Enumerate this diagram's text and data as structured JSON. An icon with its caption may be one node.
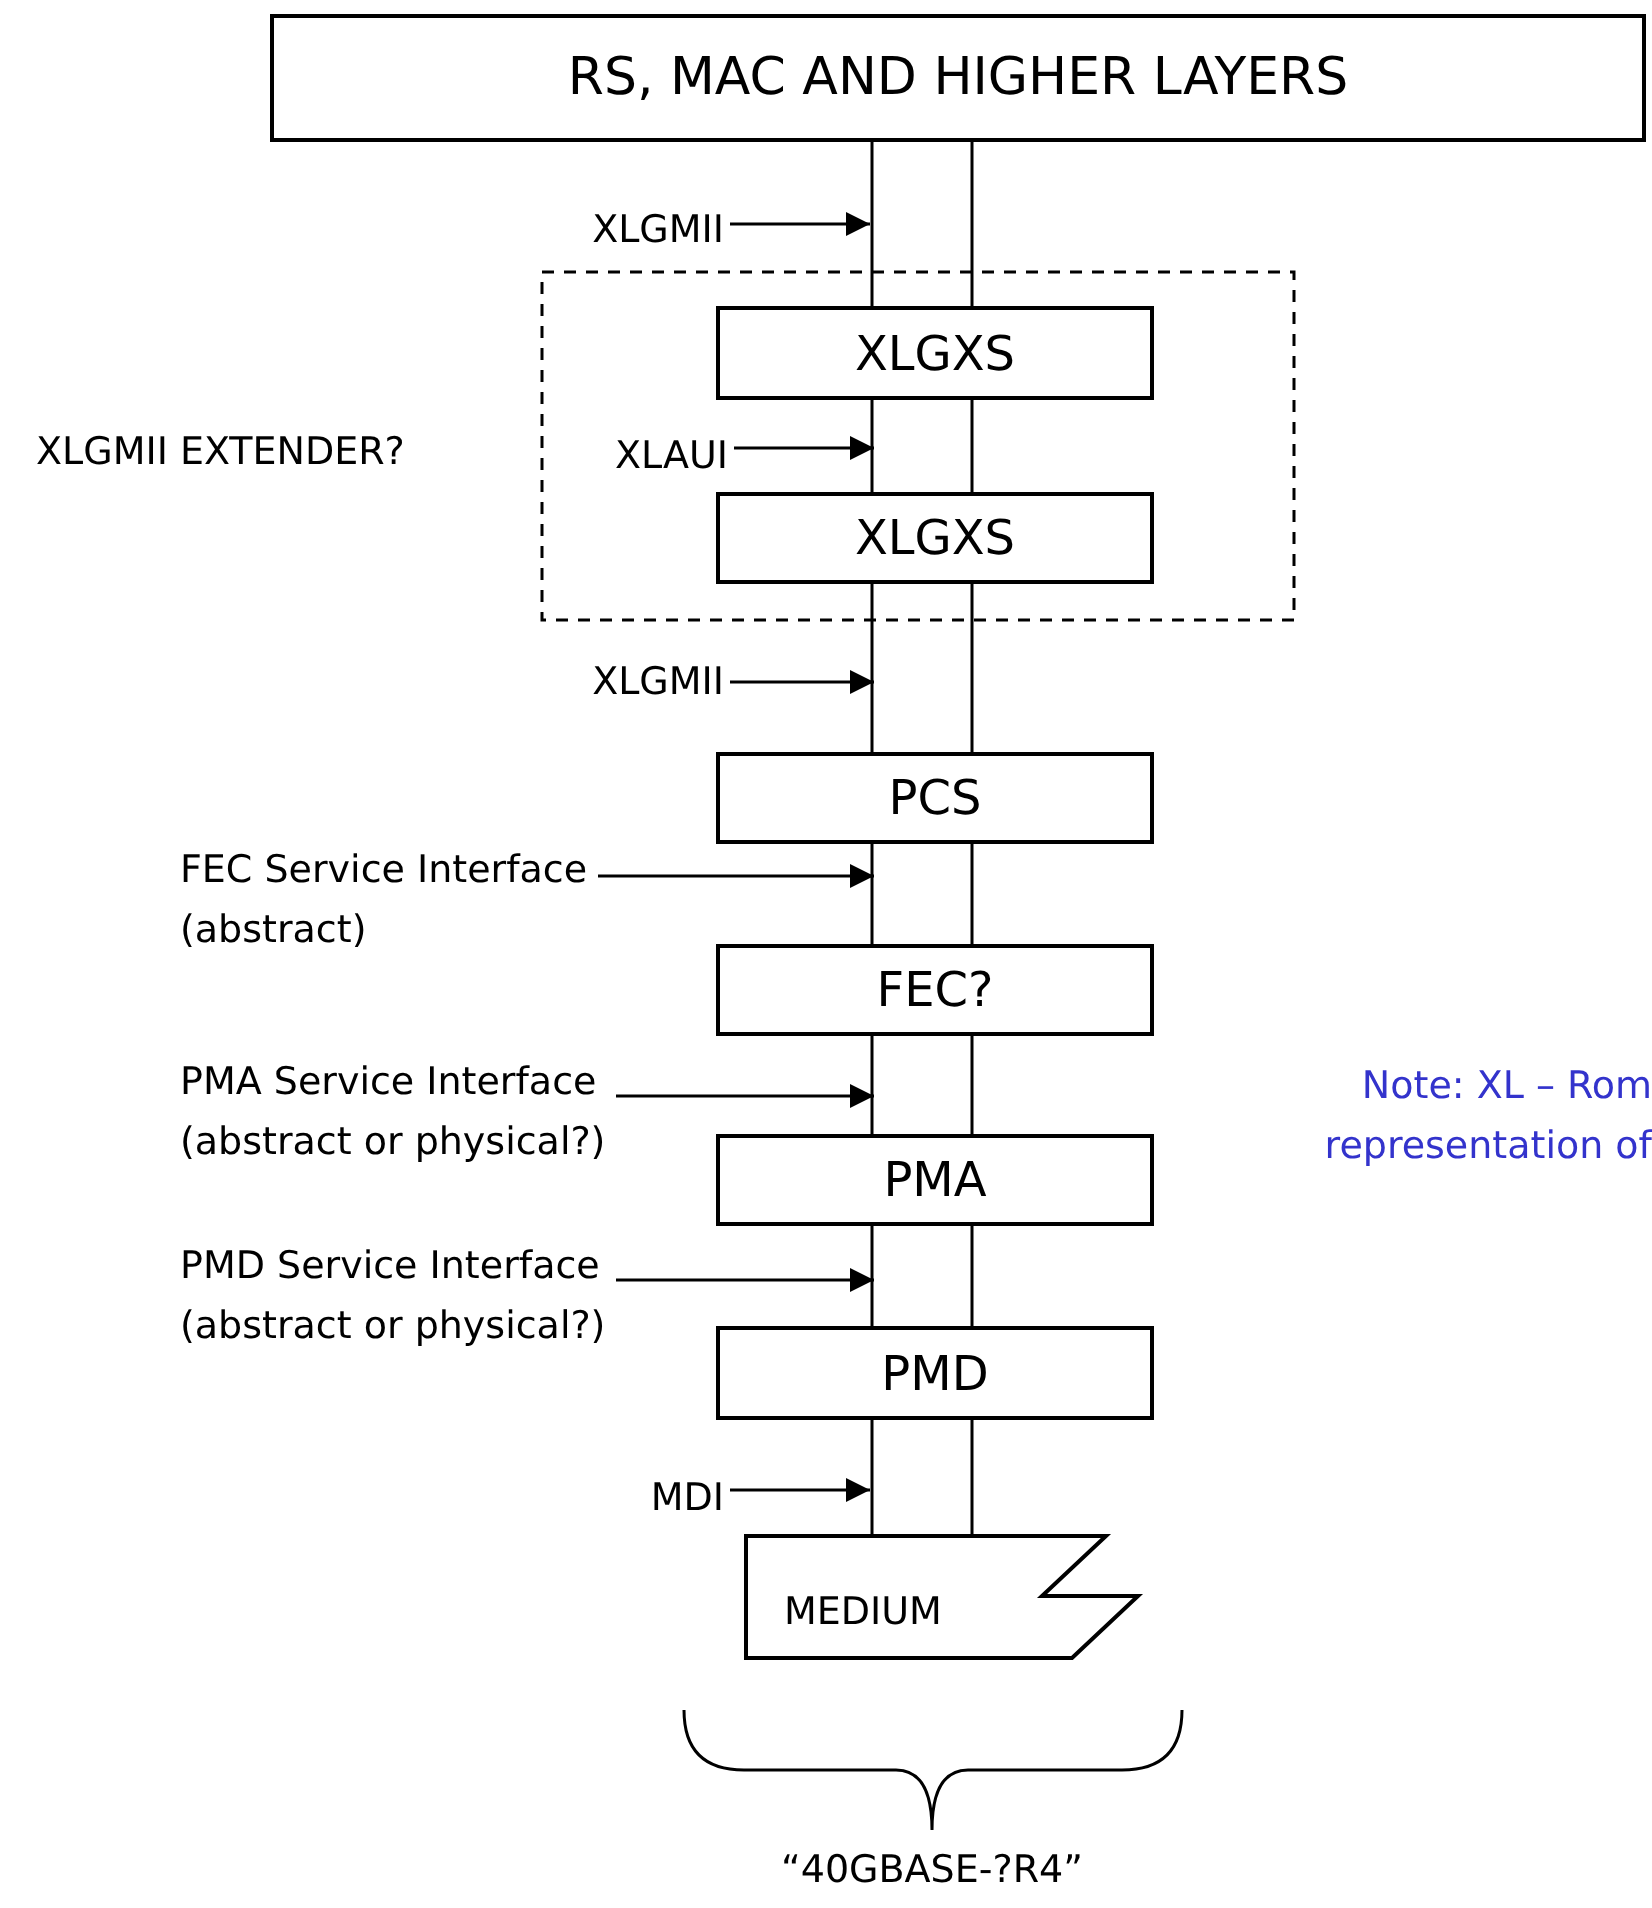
{
  "diagram": {
    "nodes": [
      {
        "text": [
          "RS, MAC AND HIGHER LAYERS"
        ]
      },
      {
        "text": [
          "XLGMII"
        ]
      },
      {
        "text": [
          "XLGMII EXTENDER?"
        ]
      },
      {
        "text": [
          "XLGXS"
        ],
        "in": 2
      },
      {
        "text": [
          "XLAUI"
        ],
        "in": 2
      },
      {
        "text": [
          "XLGXS"
        ],
        "in": 2
      },
      {
        "text": [
          "XLGMII"
        ]
      },
      {
        "text": [
          "PCS"
        ]
      },
      {
        "text": [
          "FEC Service Interface (abstract)"
        ]
      },
      {
        "text": [
          "FEC?"
        ]
      },
      {
        "text": [
          "PMA Service Interface (abstract or physical?)"
        ]
      },
      {
        "text": [
          "PMA"
        ]
      },
      {
        "text": [
          "PMD Service Interface (abstract or physical?)"
        ]
      },
      {
        "text": [
          "PMD"
        ]
      },
      {
        "text": [
          "MDI"
        ]
      },
      {
        "text": [
          "MEDIUM"
        ]
      }
    ],
    "edges": [
      {
        "from": 0,
        "to": 3,
        "arrow": "none"
      },
      {
        "from": 3,
        "to": 5,
        "arrow": "none"
      },
      {
        "from": 5,
        "to": 7,
        "arrow": "none"
      },
      {
        "from": 7,
        "to": 9,
        "arrow": "none"
      },
      {
        "from": 9,
        "to": 11,
        "arrow": "none"
      },
      {
        "from": 11,
        "to": 13,
        "arrow": "none"
      },
      {
        "from": 13,
        "to": 15,
        "arrow": "none"
      },
      {
        "from": 1,
        "to": 2,
        "arrow": "to"
      },
      {
        "from": 4,
        "to": 5,
        "arrow": "to"
      },
      {
        "from": 6,
        "to": 7,
        "arrow": "to"
      },
      {
        "from": 8,
        "to": 7,
        "arrow": "to"
      },
      {
        "from": 10,
        "to": 11,
        "arrow": "to"
      },
      {
        "from": 12,
        "to": 13,
        "arrow": "to"
      },
      {
        "from": 14,
        "to": 15,
        "arrow": "to"
      }
    ],
    "labels": [
      "Note: XL – Rom representation of",
      "“40GBASE-?R4”"
    ]
  }
}
